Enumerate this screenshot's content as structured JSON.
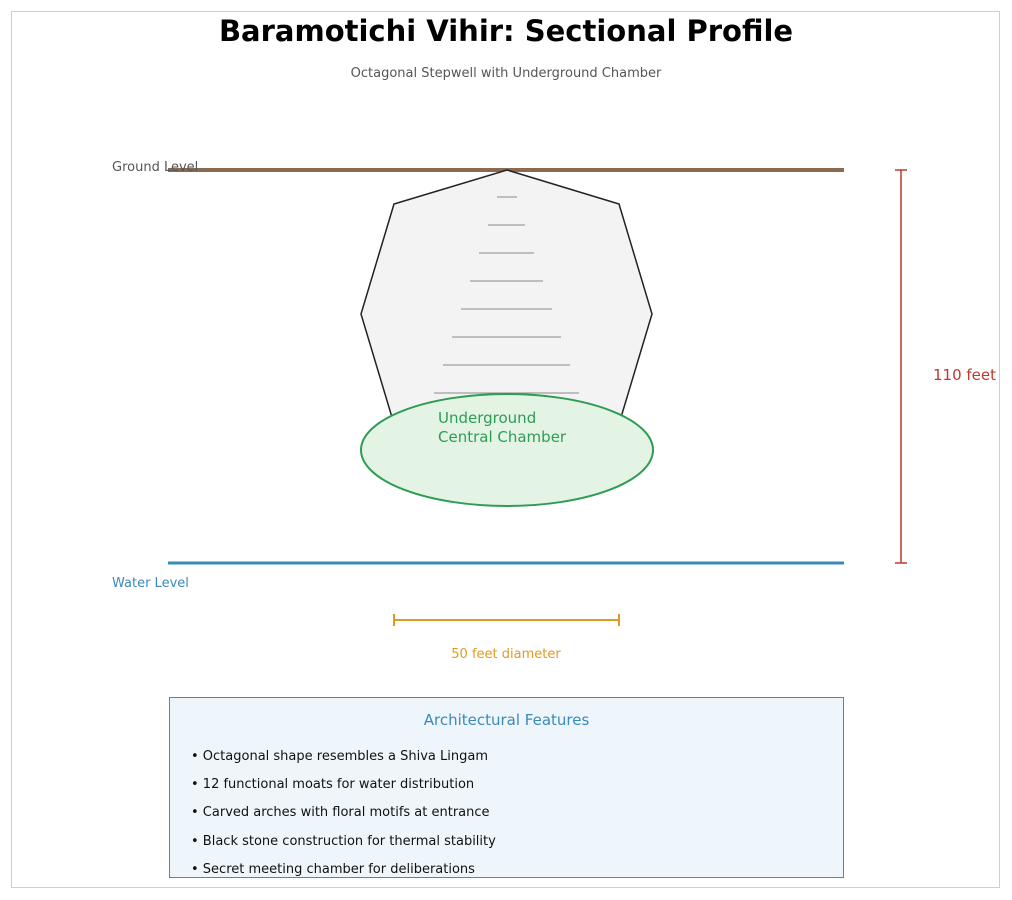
{
  "title": "Baramotichi Vihir: Sectional Profile",
  "subtitle": "Octagonal Stepwell with Underground Chamber",
  "labels": {
    "ground_level": "Ground Level",
    "water_level": "Water Level",
    "depth": "110 feet",
    "diameter": "50 feet diameter",
    "chamber_line1": "Underground",
    "chamber_line2": "Central Chamber"
  },
  "colors": {
    "ground": "#8b6a4f",
    "water": "#3a8ab8",
    "depth": "#c0392b",
    "diameter": "#e09b1f",
    "chamber_fill": "#e3f4e4",
    "chamber_stroke": "#2e9c55",
    "well_fill": "#f3f3f3"
  },
  "features": {
    "title": "Architectural Features",
    "items": [
      "• Octagonal shape resembles a Shiva Lingam",
      "• 12 functional moats for water distribution",
      "• Carved arches with floral motifs at entrance",
      "• Black stone construction for thermal stability",
      "• Secret meeting chamber for deliberations"
    ]
  }
}
